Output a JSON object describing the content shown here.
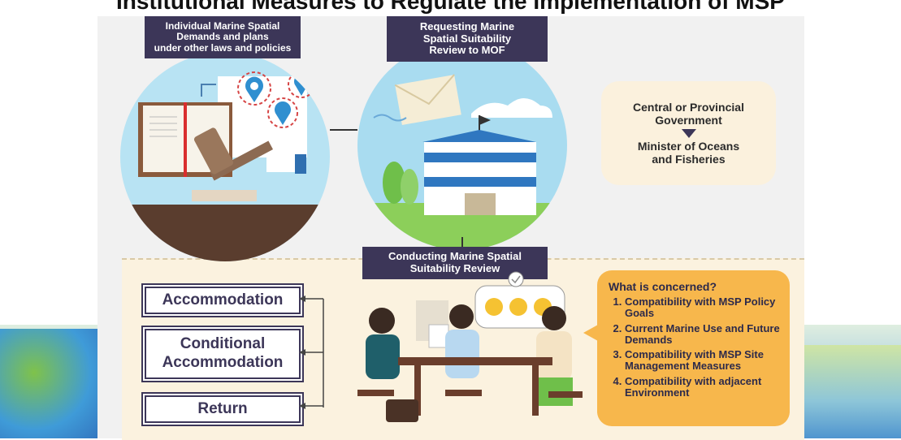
{
  "title": "Institutional Measures to Regulate the Implementation of MSP",
  "boxes": {
    "individual_demands": [
      "Individual Marine Spatial",
      "Demands and plans",
      "under other laws and policies"
    ],
    "requesting_review": [
      "Requesting Marine",
      "Spatial Suitability",
      "Review to MOF"
    ],
    "conducting_review": [
      "Conducting Marine Spatial",
      "Suitability Review"
    ]
  },
  "government": {
    "line1": "Central or Provincial",
    "line2": "Government",
    "line3": "Minister of Oceans",
    "line4": "and Fisheries"
  },
  "outcomes": {
    "accommodation": "Accommodation",
    "conditional_1": "Conditional",
    "conditional_2": "Accommodation",
    "return": "Return"
  },
  "concerns": {
    "heading": "What is concerned?",
    "items": [
      "Compatibility with MSP Policy Goals",
      "Current Marine Use and Future Demands",
      "Compatibility with MSP Site Management Measures",
      "Compatibility with adjacent Environment"
    ]
  },
  "colors": {
    "navy": "#3c3658",
    "concern_orange": "#f7b74c",
    "gov_cream": "#fbf1dd",
    "sky": "#a9dcf0"
  },
  "icons": [
    "law-book-icon",
    "gavel-icon",
    "location-pin-icon",
    "envelope-icon",
    "government-building-icon",
    "flag-icon",
    "tree-icon",
    "meeting-people-icon",
    "emoji-faces-icon",
    "briefcase-icon",
    "checkmark-icon"
  ]
}
